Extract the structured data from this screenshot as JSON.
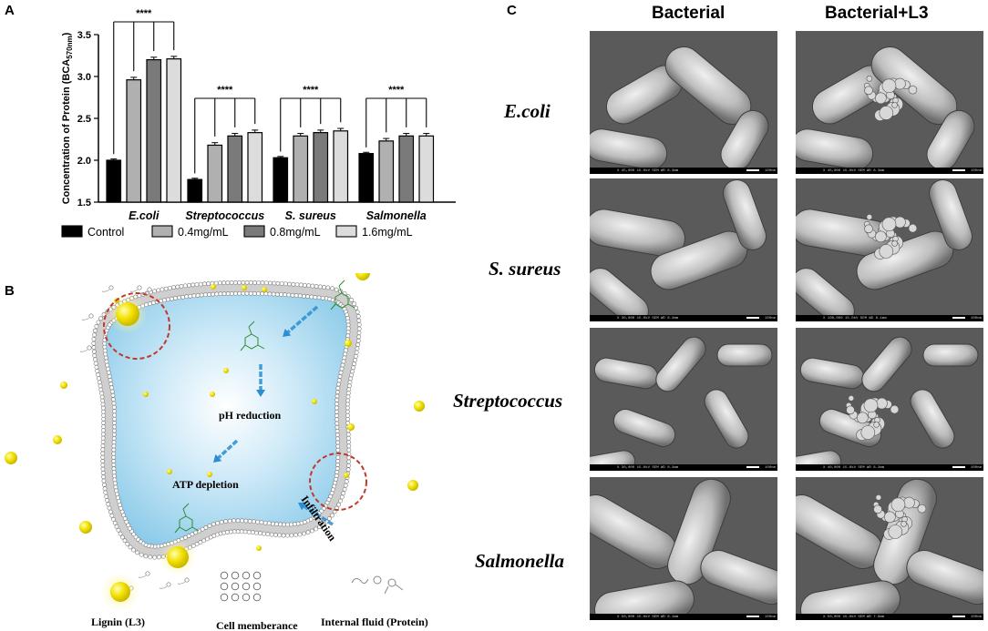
{
  "panels": {
    "a": "A",
    "b": "B",
    "c": "C"
  },
  "chart_data": {
    "type": "bar",
    "ylabel": "Concentration of Protein (BCA",
    "ylabel_sub": "570nm",
    "ylabel_close": ")",
    "ylim": [
      1.5,
      3.5
    ],
    "yticks": [
      "1.5",
      "2.0",
      "2.5",
      "3.0",
      "3.5"
    ],
    "categories": [
      "E.coli",
      "Streptococcus",
      "S. sureus",
      "Salmonella"
    ],
    "significance": [
      "****",
      "****",
      "****",
      "****"
    ],
    "legend_position": "bottom",
    "series": [
      {
        "name": "Control",
        "color": "#000000",
        "values": [
          2.0,
          1.77,
          2.03,
          2.08
        ]
      },
      {
        "name": "0.4mg/mL",
        "color": "#b0b0b0",
        "values": [
          2.96,
          2.18,
          2.29,
          2.23
        ]
      },
      {
        "name": "0.8mg/mL",
        "color": "#7a7a7a",
        "values": [
          3.2,
          2.29,
          2.33,
          2.29
        ]
      },
      {
        "name": "1.6mg/mL",
        "color": "#dcdcdc",
        "values": [
          3.21,
          2.33,
          2.35,
          2.29
        ]
      }
    ]
  },
  "diagram": {
    "labels": {
      "ph": "pH reduction",
      "atp": "ATP depletion",
      "infiltration": "Infiltration"
    },
    "legend": {
      "lignin": "Lignin (L3)",
      "membrane": "Cell memberance",
      "fluid": "Internal fluid (Protein)"
    },
    "colors": {
      "lignin": "#f5e400",
      "fluid": "#9fd8f2",
      "arrow": "#2a8fd0",
      "circle": "#c0392b",
      "molecule": "#2e8b2e"
    }
  },
  "sem": {
    "columns": [
      "Bacterial",
      "Bacterial+L3"
    ],
    "rows": [
      "E.coli",
      "S. sureus",
      "Streptococcus",
      "Salmonella"
    ],
    "infobar": [
      [
        "X 45,000   15.0kV SEM   WD 8.3mm",
        "X 45,000   15.0kV SEM   WD 8.3mm"
      ],
      [
        "X 30,000   15.0kV SEM   WD 8.2mm",
        "X 100,000   15.0kV SEM   WD 8.1mm"
      ],
      [
        "X 30,000   15.0kV SEM   WD 8.2mm",
        "X 40,000   15.0kV SEM   WD 8.2mm"
      ],
      [
        "X 50,000   15.0kV SEM   WD 8.1mm",
        "X 50,000   15.0kV SEM   WD 7.9mm"
      ]
    ],
    "scale": [
      [
        "100nm",
        "100nm"
      ],
      [
        "100nm",
        "100nm"
      ],
      [
        "100nm",
        "100nm"
      ],
      [
        "100nm",
        "100nm"
      ]
    ]
  }
}
